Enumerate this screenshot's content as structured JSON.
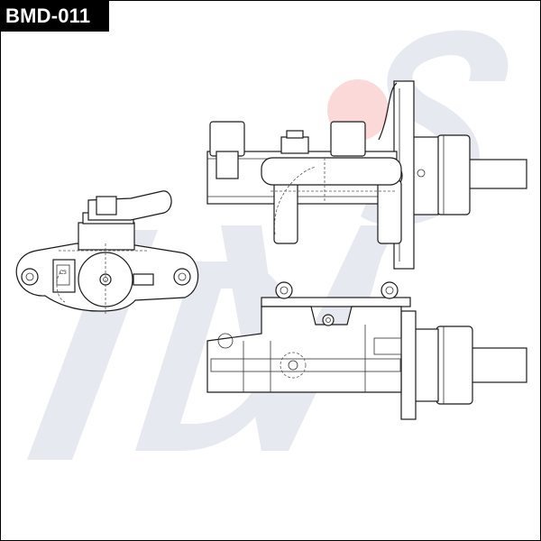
{
  "part_label": "BMD-011",
  "watermark": {
    "letters": [
      "A",
      "D",
      "V",
      "I",
      "C",
      "S"
    ],
    "letter_color": "#e6e9ef",
    "dot_color": "#fbd9d9"
  },
  "colors": {
    "badge_bg": "#000000",
    "badge_text": "#ffffff",
    "line": "#1a1a1a"
  }
}
